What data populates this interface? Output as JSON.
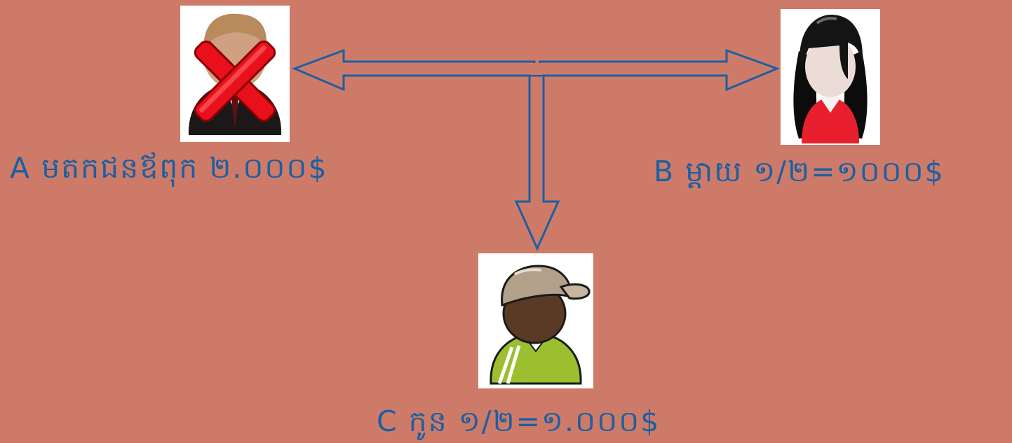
{
  "labels": {
    "father": "A មតកជនឪពុក ២.០០០$",
    "mother": "B ម្ដាយ ១/២=១០០០$",
    "child": "C កូន ១/២=១.០០០$"
  },
  "icons": {
    "father": "deceased-man-icon",
    "mother": "woman-icon",
    "child": "boy-with-cap-icon"
  },
  "colors": {
    "background": "#cd7b68",
    "arrow": "#1c5fa3",
    "label": "#1c5fa3",
    "cross": "#e8101a"
  }
}
